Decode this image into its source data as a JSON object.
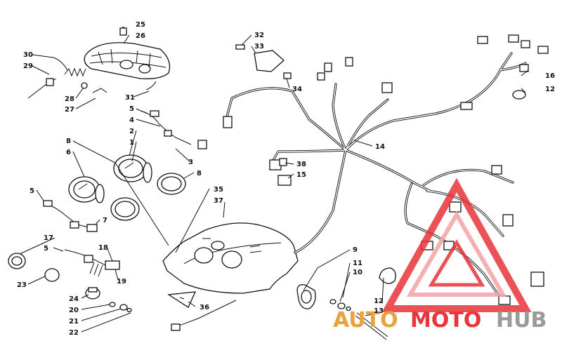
{
  "callouts": {
    "c1": "1",
    "c2": "2",
    "c3": "3",
    "c4": "4",
    "c5a": "5",
    "c5b": "5",
    "c5c": "5",
    "c6": "6",
    "c7": "7",
    "c8a": "8",
    "c8b": "8",
    "c9": "9",
    "c10": "10",
    "c11": "11",
    "c12a": "12",
    "c12b": "12",
    "c13": "13",
    "c14": "14",
    "c15": "15",
    "c16": "16",
    "c17": "17",
    "c18": "18",
    "c19": "19",
    "c20": "20",
    "c21": "21",
    "c22": "22",
    "c23": "23",
    "c24": "24",
    "c25": "25",
    "c26": "26",
    "c27": "27",
    "c28": "28",
    "c29": "29",
    "c30": "30",
    "c31": "31",
    "c32": "32",
    "c33": "33",
    "c34": "34",
    "c35": "35",
    "c36": "36",
    "c37": "37",
    "c38": "38"
  },
  "watermark": {
    "word1": "AUTO",
    "word2": "MOTO",
    "word3": "HUB",
    "color_primary": "#e8343a",
    "color_light": "#f3a3a6",
    "color_dark": "#9a9a9a",
    "color_accent": "#e8a43a"
  }
}
